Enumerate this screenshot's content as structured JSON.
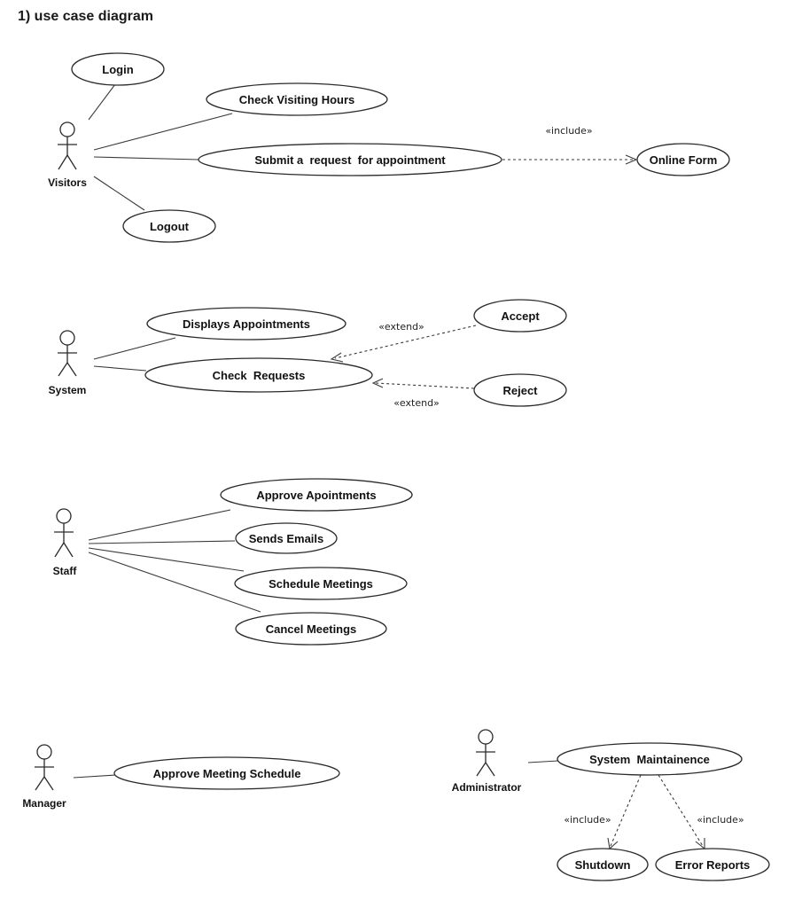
{
  "heading": "1) use case diagram",
  "sections": {
    "visitors": {
      "actor": "Visitors",
      "use_cases": {
        "login": "Login",
        "check_visiting_hours": "Check Visiting Hours",
        "submit_request": "Submit a  request  for appointment",
        "online_form": "Online Form",
        "logout": "Logout"
      },
      "relations": {
        "include": "«include»"
      }
    },
    "system": {
      "actor": "System",
      "use_cases": {
        "displays_appointments": "Displays Appointments",
        "check_requests": "Check  Requests",
        "accept": "Accept",
        "reject": "Reject"
      },
      "relations": {
        "extend_accept": "«extend»",
        "extend_reject": "«extend»"
      }
    },
    "staff": {
      "actor": "Staff",
      "use_cases": {
        "approve_apointments": "Approve Apointments",
        "sends_emails": "Sends Emails",
        "schedule_meetings": "Schedule Meetings",
        "cancel_meetings": "Cancel Meetings"
      }
    },
    "manager": {
      "actor": "Manager",
      "use_cases": {
        "approve_meeting_schedule": "Approve Meeting Schedule"
      }
    },
    "administrator": {
      "actor": "Administrator",
      "use_cases": {
        "system_maintainence": "System  Maintainence",
        "shutdown": "Shutdown",
        "error_reports": "Error Reports"
      },
      "relations": {
        "include_shutdown": "«include»",
        "include_error_reports": "«include»"
      }
    }
  }
}
